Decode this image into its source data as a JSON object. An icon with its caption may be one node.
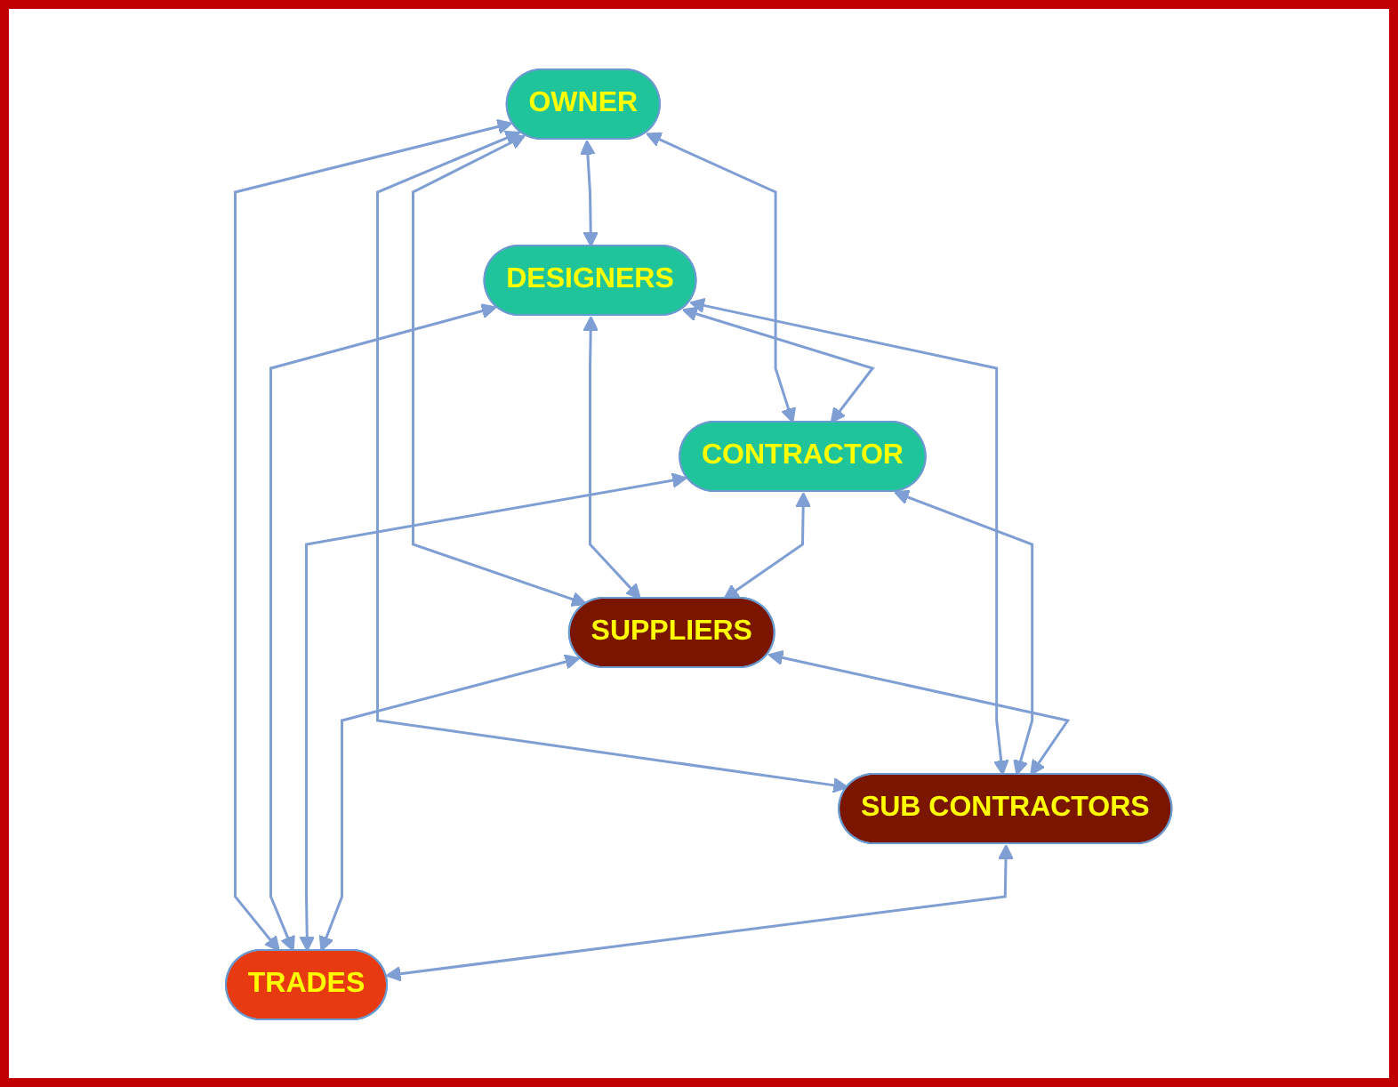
{
  "diagram": {
    "nodes": [
      {
        "text": [
          "OWNER"
        ]
      },
      {
        "text": [
          "DESIGNERS"
        ]
      },
      {
        "text": [
          "CONTRACTOR"
        ]
      },
      {
        "text": [
          "SUPPLIERS"
        ]
      },
      {
        "text": [
          "SUB CONTRACTORS"
        ]
      },
      {
        "text": [
          "TRADES"
        ]
      }
    ],
    "edges": [
      {
        "from": 0,
        "to": 1,
        "arrow": "both"
      },
      {
        "from": 0,
        "to": 2,
        "arrow": "both"
      },
      {
        "from": 1,
        "to": 2,
        "arrow": "both"
      },
      {
        "from": 0,
        "to": 3,
        "arrow": "both"
      },
      {
        "from": 0,
        "to": 4,
        "arrow": "both"
      },
      {
        "from": 0,
        "to": 5,
        "arrow": "both"
      },
      {
        "from": 1,
        "to": 3,
        "arrow": "both"
      },
      {
        "from": 1,
        "to": 4,
        "arrow": "both"
      },
      {
        "from": 1,
        "to": 5,
        "arrow": "both"
      },
      {
        "from": 2,
        "to": 3,
        "arrow": "both"
      },
      {
        "from": 2,
        "to": 4,
        "arrow": "both"
      },
      {
        "from": 2,
        "to": 5,
        "arrow": "both"
      },
      {
        "from": 3,
        "to": 4,
        "arrow": "both"
      },
      {
        "from": 3,
        "to": 5,
        "arrow": "both"
      },
      {
        "from": 4,
        "to": 5,
        "arrow": "both"
      }
    ]
  }
}
